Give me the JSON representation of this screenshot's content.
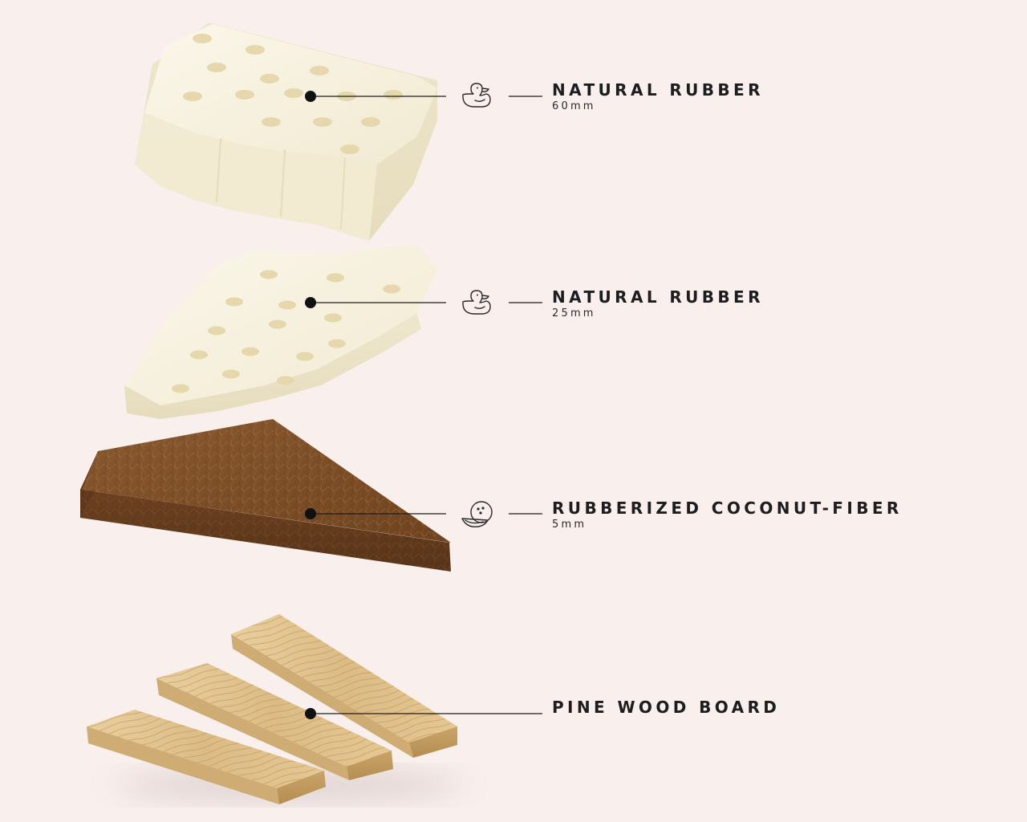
{
  "layers": [
    {
      "id": "natural-rubber-60",
      "title": "NATURAL RUBBER",
      "thickness": "60mm",
      "icon": "rubber-duck-icon"
    },
    {
      "id": "natural-rubber-25",
      "title": "NATURAL RUBBER",
      "thickness": "25mm",
      "icon": "rubber-duck-icon"
    },
    {
      "id": "coconut-fiber",
      "title": "RUBBERIZED COCONUT-FIBER",
      "thickness": "5mm",
      "icon": "coconut-icon"
    },
    {
      "id": "pine-wood",
      "title": "PINE WOOD BOARD",
      "thickness": "",
      "icon": ""
    }
  ],
  "colors": {
    "background": "#f9efed",
    "rubber": "#f6f1df",
    "coconut": "#7a4a24",
    "pine": "#e2c491",
    "text": "#1d1d1f"
  }
}
